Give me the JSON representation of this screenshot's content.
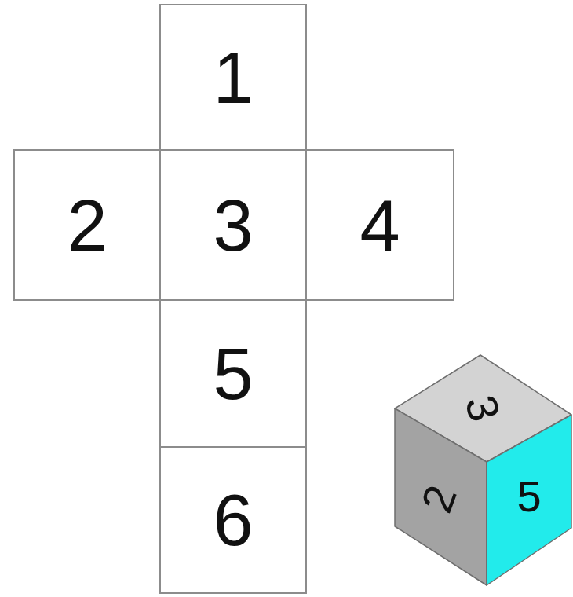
{
  "diagram": {
    "nodes": [
      {
        "text": [
          "1"
        ]
      },
      {
        "text": [
          "2"
        ]
      },
      {
        "text": [
          "3"
        ]
      },
      {
        "text": [
          "4"
        ]
      },
      {
        "text": [
          "5"
        ]
      },
      {
        "text": [
          "6"
        ]
      },
      {
        "text": [
          "3"
        ]
      },
      {
        "text": [
          "2"
        ]
      },
      {
        "text": [
          "5"
        ]
      }
    ]
  }
}
